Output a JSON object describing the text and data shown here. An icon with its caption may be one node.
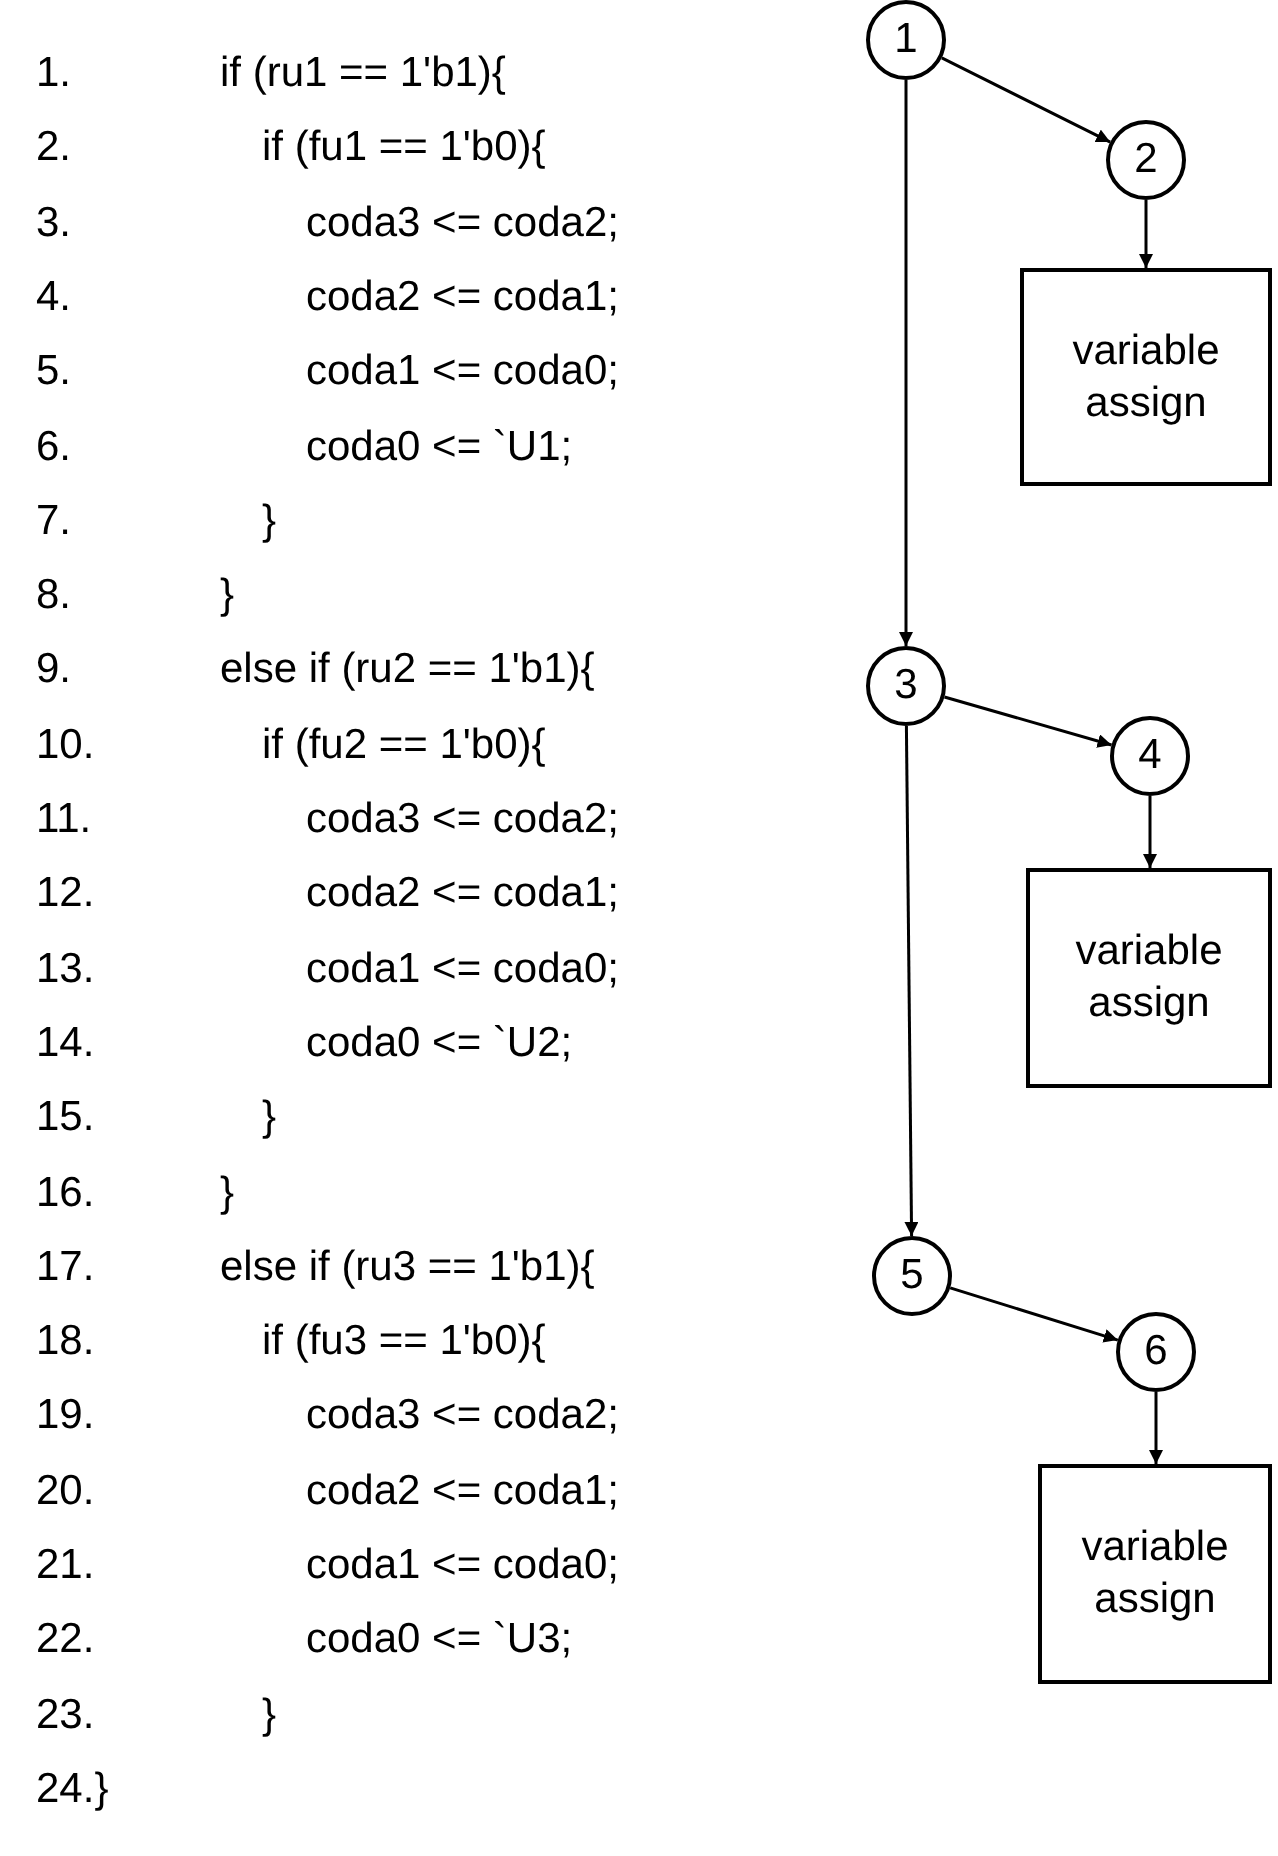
{
  "diagram": {
    "nodes": [
      {
        "text": [
          "1"
        ]
      },
      {
        "text": [
          "2"
        ]
      },
      {
        "text": [
          "variable assign"
        ]
      },
      {
        "text": [
          "3"
        ]
      },
      {
        "text": [
          "4"
        ]
      },
      {
        "text": [
          "variable assign"
        ]
      },
      {
        "text": [
          "5"
        ]
      },
      {
        "text": [
          "6"
        ]
      },
      {
        "text": [
          "variable assign"
        ]
      }
    ],
    "edges": [
      {
        "from": 0,
        "to": 1,
        "arrow": "to"
      },
      {
        "from": 1,
        "to": 2,
        "arrow": "to"
      },
      {
        "from": 0,
        "to": 3,
        "arrow": "to"
      },
      {
        "from": 3,
        "to": 4,
        "arrow": "to"
      },
      {
        "from": 4,
        "to": 5,
        "arrow": "to"
      },
      {
        "from": 3,
        "to": 6,
        "arrow": "to"
      },
      {
        "from": 6,
        "to": 7,
        "arrow": "to"
      },
      {
        "from": 7,
        "to": 8,
        "arrow": "to"
      }
    ],
    "labels": [
      "1.",
      "if (ru1 == 1'b1){",
      "2.",
      "if (fu1 == 1'b0){",
      "3.",
      "coda3 <= coda2;",
      "4.",
      "coda2 <= coda1;",
      "5.",
      "coda1 <= coda0;",
      "6.",
      "coda0 <= `U1;",
      "7.",
      "}",
      "8.",
      "}",
      "9.",
      "else if (ru2 == 1'b1){",
      "10.",
      "if (fu2 == 1'b0){",
      "11.",
      "coda3 <= coda2;",
      "12.",
      "coda2 <= coda1;",
      "13.",
      "coda1 <= coda0;",
      "14.",
      "coda0 <= `U2;",
      "15.",
      "}",
      "16.",
      "}",
      "17.",
      "else if (ru3 == 1'b1){",
      "18.",
      "if (fu3 == 1'b0){",
      "19.",
      "coda3 <= coda2;",
      "20.",
      "coda2 <= coda1;",
      "21.",
      "coda1 <= coda0;",
      "22.",
      "coda0 <= `U3;",
      "23.",
      "}",
      "24.}"
    ]
  }
}
